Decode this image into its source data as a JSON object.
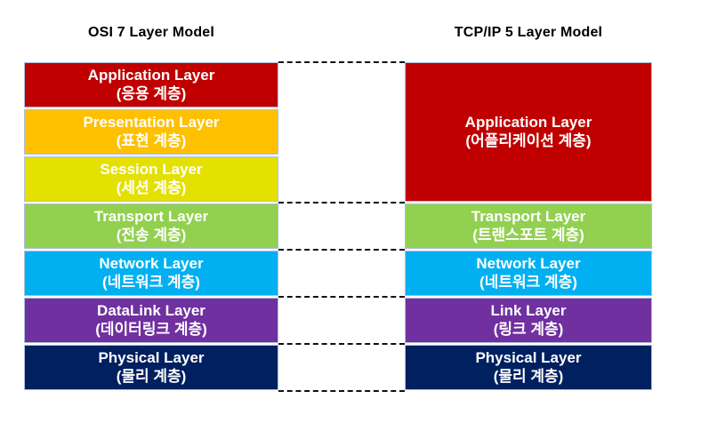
{
  "titles": {
    "left": "OSI 7 Layer Model",
    "right": "TCP/IP 5 Layer Model"
  },
  "osi_layers": [
    {
      "en": "Application Layer",
      "ko": "(응용 계층)",
      "color": "#C00000",
      "span": 1
    },
    {
      "en": "Presentation Layer",
      "ko": "(표현 계층)",
      "color": "#FFC000",
      "span": 1
    },
    {
      "en": "Session Layer",
      "ko": "(세션 계층)",
      "color": "#E4E000",
      "span": 1
    },
    {
      "en": "Transport Layer",
      "ko": "(전송 계층)",
      "color": "#92D050",
      "span": 1
    },
    {
      "en": "Network Layer",
      "ko": "(네트워크 계층)",
      "color": "#00B0F0",
      "span": 1
    },
    {
      "en": "DataLink Layer",
      "ko": "(데이터링크 계층)",
      "color": "#7030A0",
      "span": 1
    },
    {
      "en": "Physical Layer",
      "ko": "(물리 계층)",
      "color": "#002060",
      "span": 1
    }
  ],
  "tcpip_layers": [
    {
      "en": "Application Layer",
      "ko": "(어플리케이션 계층)",
      "color": "#C00000",
      "span": 3
    },
    {
      "en": "Transport Layer",
      "ko": "(트랜스포트 계층)",
      "color": "#92D050",
      "span": 1
    },
    {
      "en": "Network Layer",
      "ko": "(네트워크 계층)",
      "color": "#00B0F0",
      "span": 1
    },
    {
      "en": "Link Layer",
      "ko": "(링크 계층)",
      "color": "#7030A0",
      "span": 1
    },
    {
      "en": "Physical Layer",
      "ko": "(물리 계층)",
      "color": "#002060",
      "span": 1
    }
  ],
  "style": {
    "connector_color": "#111111",
    "block_border": "#AEBFDD",
    "text_color": "#ffffff",
    "title_color": "#000000",
    "background": "#ffffff"
  }
}
